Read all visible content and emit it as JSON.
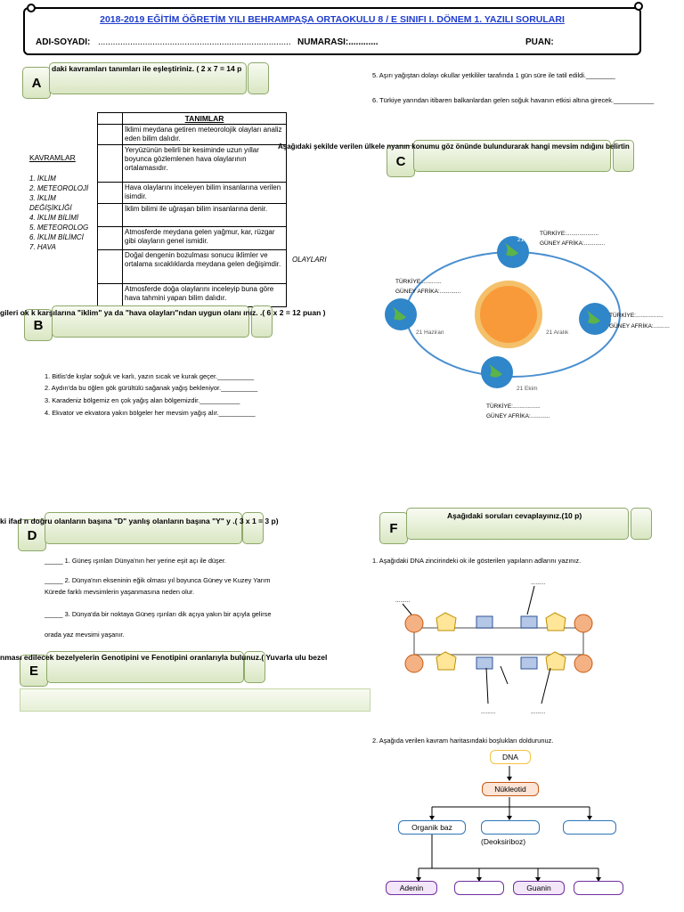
{
  "header": {
    "title": "2018-2019 EĞİTİM ÖĞRETİM YILI BEHRAMPAŞA ORTAOKULU 8 / E  SINIFI   I. DÖNEM 1. YAZILI SORULARI",
    "name_label": "ADI-SOYADI:",
    "name_dots": "..............................................................................",
    "number_label": "NUMARASI:............",
    "score_label": "PUAN:"
  },
  "section_a": {
    "letter": "A",
    "instruction": "daki kavramları tanımları ile eşleştiriniz.      ( 2 x 7 = 14 p",
    "concepts_title": "KAVRAMLAR",
    "concepts": [
      "1. İKLİM",
      "2. METEOROLOJİ",
      "3. İKLİM",
      "DEĞİŞİKLİĞİ",
      "4. İKLİM BİLİMİ",
      "5. METEOROLOG",
      "6. İKLİM BİLİMCİ",
      "7. HAVA"
    ],
    "table_header": "TANIMLAR",
    "definitions": [
      "İklimi meydana  getiren meteorolojik olayları analiz eden bilim dalıdır.",
      "Yeryüzünün belirli bir kesiminde uzun yıllar boyunca gözlemlenen hava olaylarının ortalamasıdır.",
      "Hava olaylarını inceleyen bilim insanlarına verilen isimdir.",
      "İklim bilimi ile uğraşan bilim insanlarına denir.",
      "Atmosferde meydana gelen yağmur, kar, rüzgar gibi olayların genel ismidir.",
      "Doğal dengenin bozulması sonucu iklimler ve ortalama sıcaklıklarda meydana gelen değişimdir.",
      "Atmosferde doğa olaylarını inceleyip buna göre hava tahmini yapan bilim dalıdır."
    ],
    "olaylari": "OLAYLARI"
  },
  "section_b": {
    "letter": "B",
    "instruction": "gileri ok       k karşılarına \"iklim\" ya da \"hava olayları\"ndan uygun olanı         ınız.  .( 6 x 2 = 12 puan )",
    "items": [
      "1.   Bitlis'de kışlar soğuk ve karlı, yazın sıcak ve kurak geçer.__________",
      "2.   Aydın'da bu öğlen gök gürültülü sağanak yağış bekleniyor.__________",
      "3.   Karadeniz bölgemiz en çok yağış alan bölgemizdir.___________",
      "4.   Ekvator ve ekvatora yakın bölgeler her mevsim yağış alır.__________"
    ],
    "items_right": [
      "5.   Aşırı yağıştan dolayı okullar yetkililer tarafında 1 gün süre ile tatil edildi.________",
      "6.   Türkiye yarından itibaren balkanlardan gelen soğuk havanın etkisi altına girecek.___________"
    ]
  },
  "section_c": {
    "letter": "C",
    "instruction": "Aşağıdaki şekilde verilen ülkele      nyanın konumu göz önünde bulundurarak hangi mevsim       ndığını belirtin",
    "orbit": {
      "dates": [
        "21 Mart",
        "21 Haziran",
        "21 Aralık",
        "21 Ekim"
      ],
      "turkiye": "TÜRKİYE:....................",
      "guney": "GÜNEY AFRİKA:.............",
      "turkiye_b": "TÜRKİYE:............",
      "guney_b": "GÜNEY AFRİKA:.............",
      "turkiye_r": "TÜRKİYE:.................",
      "guney_r": "GÜNEY AFRİKA:..........",
      "turkiye_d": "TÜRKİYE:.................",
      "guney_d": "GÜNEY  AFRİKA:............"
    }
  },
  "section_d": {
    "letter": "D",
    "instruction": "ki ifad      n doğru olanların başına \"D\" yanlış olanların başına \"Y\" y        .( 3 x 1 = 3 p)",
    "items": [
      "_____ 1. Güneş ışınları Dünya'nın her yerine eşit açı ile düşer.",
      "_____ 2. Dünya'nın ekseninin eğik olması yıl boyunca Güney ve Kuzey Yarım",
      "Kürede farklı mevsimlerin yaşanmasına neden olur.",
      "_____ 3. Dünya'da bir noktaya Güneş ışınları dik açıya yakın bir açıyla gelirse",
      "orada yaz mevsimi yaşanır."
    ]
  },
  "section_e": {
    "letter": "E",
    "instruction": "nması      edilecek bezelyelerin Genotipini ve Fenotipini oranlarıyla bulunuz.( Yuvarla         ulu bezel"
  },
  "section_f": {
    "letter": "F",
    "instruction": "Aşağıdaki soruları cevaplayınız.(10 p)",
    "q1": "1.   Aşağıdaki DNA zincirindeki ok ile gösterilen yapıların adlarını yazınız.",
    "q2": "2.   Aşağıda verilen kavram haritasındaki boşlukları doldurunuz.",
    "blank_label": ".........",
    "map": {
      "root": "DNA",
      "level2": "Nükleotid",
      "left": "Organik baz",
      "middle_note": "(Deoksiriboz)",
      "bottom1": "Adenin",
      "bottom3": "Guanin"
    }
  },
  "colors": {
    "title_blue": "#1f3dcc",
    "badge_green": "#d9e6c2",
    "phosphate": "#f4b183",
    "sugar": "#ffe699",
    "base": "#b4c7e7"
  }
}
